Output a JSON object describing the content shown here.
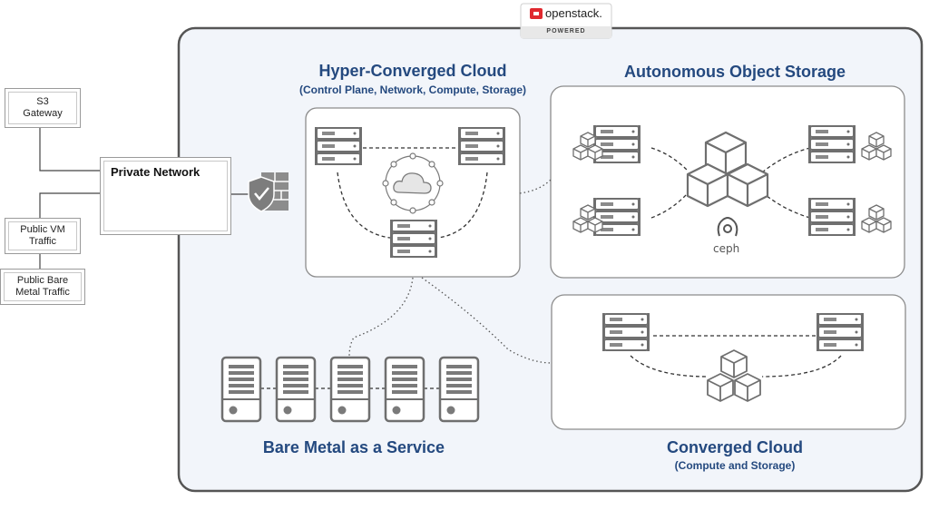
{
  "badge": {
    "name": "openstack.",
    "tag": "POWERED",
    "accent": "#e0282e"
  },
  "external": {
    "s3": "S3\nGateway",
    "public_vm": "Public VM\nTraffic",
    "public_bare": "Public Bare\nMetal Traffic",
    "private_network": "Private Network"
  },
  "sections": {
    "hyper": {
      "title": "Hyper-Converged Cloud",
      "subtitle": "(Control Plane, Network, Compute, Storage)"
    },
    "object": {
      "title": "Autonomous Object Storage",
      "ceph": "ceph"
    },
    "converged": {
      "title": "Converged Cloud",
      "subtitle": "(Compute and Storage)"
    },
    "bare": {
      "title": "Bare Metal as a Service"
    }
  },
  "colors": {
    "title": "#24497f",
    "container_bg": "#f2f5fa",
    "container_border": "#555555",
    "server_fill": "#ffffff",
    "server_stroke": "#6f6f6f"
  }
}
